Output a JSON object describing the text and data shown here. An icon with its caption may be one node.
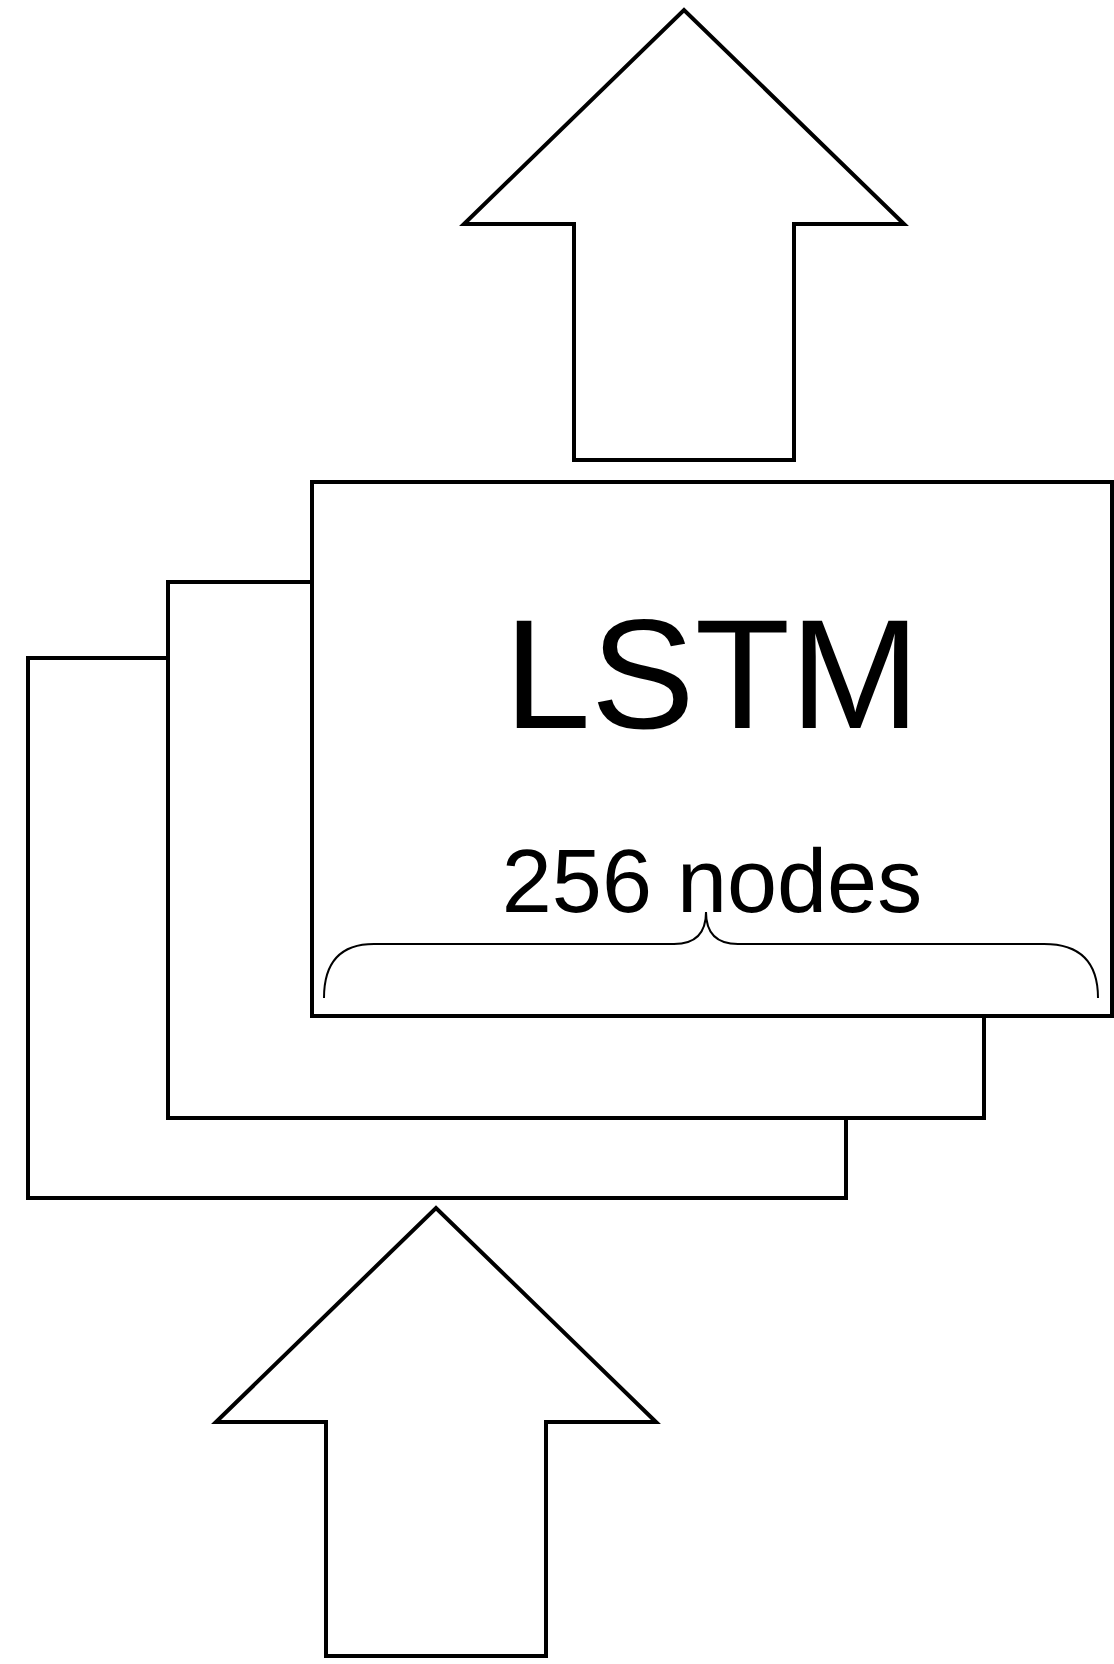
{
  "diagram": {
    "nodes": [
      {
        "text": [],
        "shape": "box"
      },
      {
        "text": [],
        "shape": "box"
      },
      {
        "text": [
          "LSTM",
          "256 nodes"
        ]
      }
    ],
    "edges": [
      {
        "from": null,
        "to": 0,
        "arrow": "to"
      },
      {
        "from": 2,
        "to": null,
        "arrow": "to"
      }
    ]
  }
}
